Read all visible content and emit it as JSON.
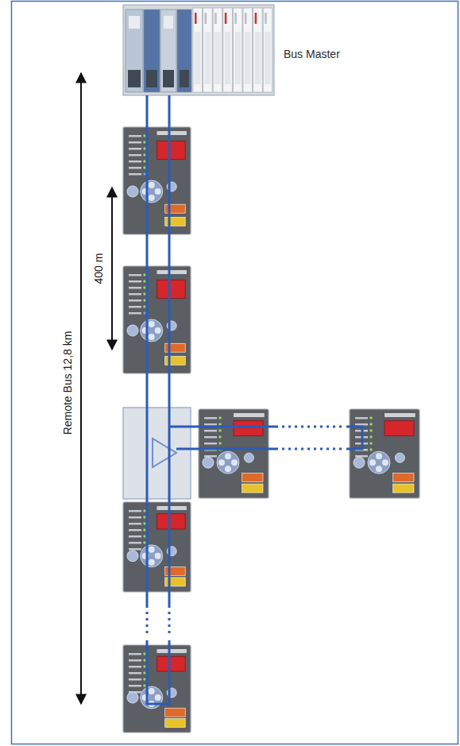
{
  "diagram": {
    "nodes": [
      {
        "text": [
          "Bus Master"
        ]
      }
    ],
    "labels": [
      "400 m",
      "Remote Bus 12,8 km"
    ]
  }
}
